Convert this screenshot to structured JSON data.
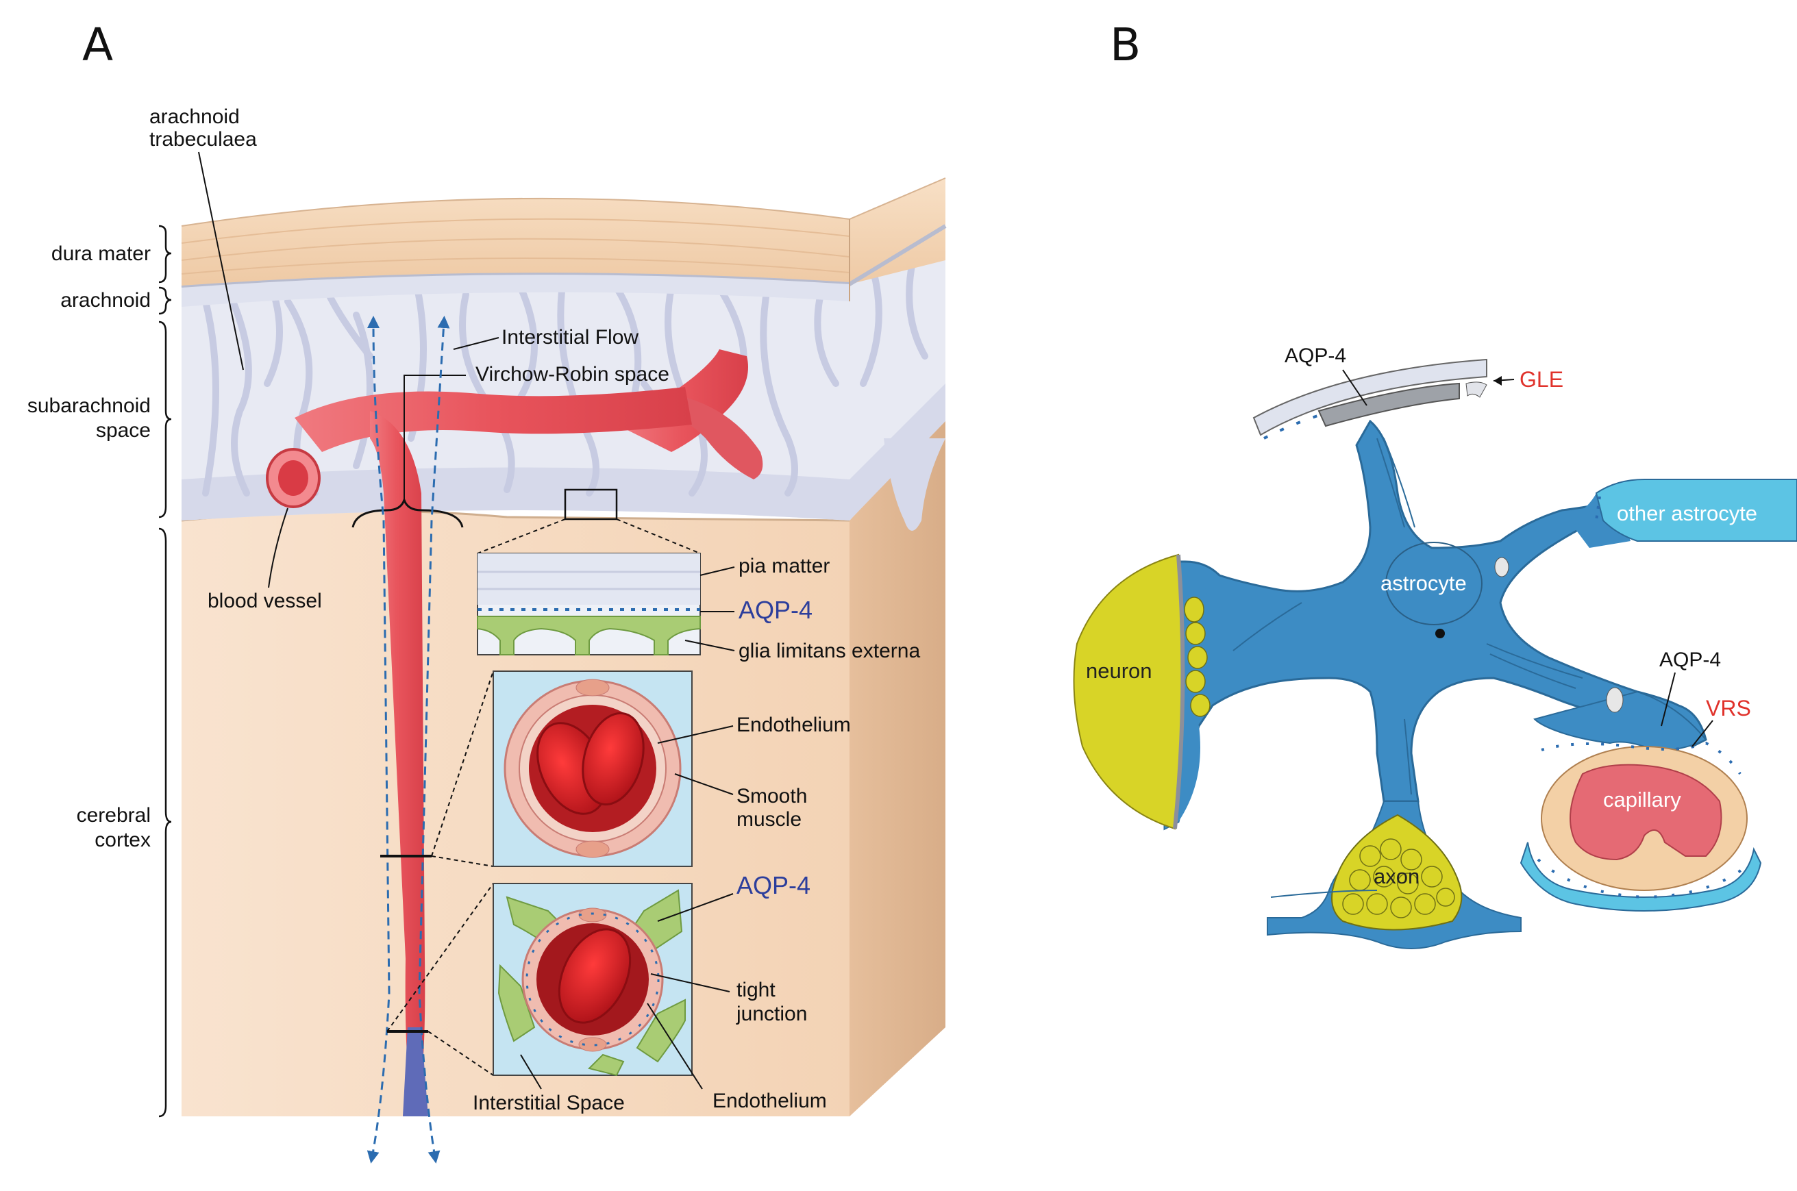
{
  "panels": {
    "a": "A",
    "b": "B"
  },
  "panel_a": {
    "layers": {
      "dura": "dura mater",
      "arachnoid": "arachnoid",
      "subarachnoid_1": "subarachnoid",
      "subarachnoid_2": "space",
      "cortex_1": "cerebral",
      "cortex_2": "cortex"
    },
    "trabeculae_1": "arachnoid",
    "trabeculae_2": "trabeculaea",
    "interstitial_flow": "Interstitial Flow",
    "virchow_robin": "Virchow-Robin space",
    "blood_vessel": "blood vessel",
    "inset_pia": {
      "pia": "pia matter",
      "aqp4": "AQP-4",
      "glia": "glia limitans externa"
    },
    "inset_artery": {
      "endothelium": "Endothelium",
      "smooth_1": "Smooth",
      "smooth_2": "muscle"
    },
    "inset_capillary": {
      "aqp4": "AQP-4",
      "tight_1": "tight",
      "tight_2": "junction",
      "endothelium": "Endothelium",
      "interstitial_space": "Interstitial Space"
    }
  },
  "panel_b": {
    "aqp4_top": "AQP-4",
    "gle": "GLE",
    "other_astrocyte": "other astrocyte",
    "astrocyte": "astrocyte",
    "neuron": "neuron",
    "aqp4_right": "AQP-4",
    "vrs": "VRS",
    "capillary": "capillary",
    "axon": "axon"
  },
  "colors": {
    "dura": "#f3d4b4",
    "arachnoid": "#dde0ee",
    "cortex": "#f7dcc2",
    "vessel": "#e8545c",
    "aqp4_text": "#2c3e9c",
    "flow_arrow": "#2b6cb0",
    "astrocyte": "#3d8cc4",
    "neuron": "#d8d427",
    "capillary": "#e56a74",
    "red_label": "#e0322b"
  }
}
